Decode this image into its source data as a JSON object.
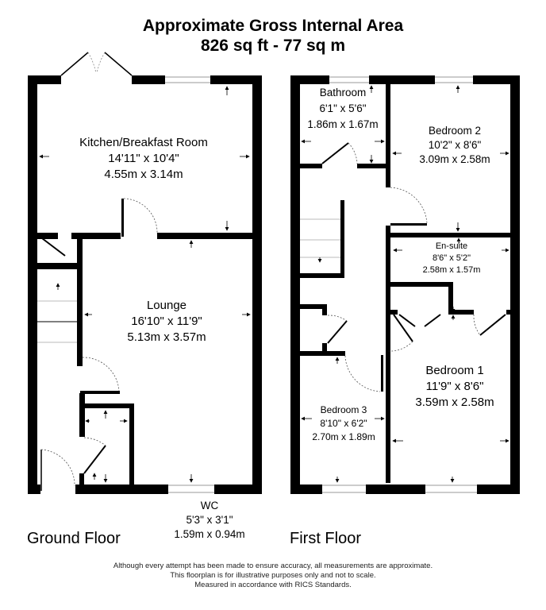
{
  "header": {
    "title": "Approximate Gross Internal Area",
    "area": "826 sq ft - 77 sq m"
  },
  "floors": [
    {
      "name": "Ground Floor",
      "rooms": [
        {
          "name": "Kitchen/Breakfast Room",
          "imperial": "14'11\" x 10'4\"",
          "metric": "4.55m x 3.14m"
        },
        {
          "name": "Lounge",
          "imperial": "16'10\" x 11'9\"",
          "metric": "5.13m x 3.57m"
        },
        {
          "name": "WC",
          "imperial": "5'3\" x 3'1\"",
          "metric": "1.59m x 0.94m"
        }
      ]
    },
    {
      "name": "First Floor",
      "rooms": [
        {
          "name": "Bathroom",
          "imperial": "6'1\" x 5'6\"",
          "metric": "1.86m x 1.67m"
        },
        {
          "name": "Bedroom 2",
          "imperial": "10'2\" x 8'6\"",
          "metric": "3.09m x 2.58m"
        },
        {
          "name": "En-suite",
          "imperial": "8'6\" x 5'2\"",
          "metric": "2.58m x 1.57m"
        },
        {
          "name": "Bedroom 1",
          "imperial": "11'9\" x 8'6\"",
          "metric": "3.59m x 2.58m"
        },
        {
          "name": "Bedroom 3",
          "imperial": "8'10\" x 6'2\"",
          "metric": "2.70m x 1.89m"
        }
      ]
    }
  ],
  "disclaimer": [
    "Although every attempt has been made to ensure accuracy, all measurements are approximate.",
    "This floorplan is for illustrative purposes only and not to scale.",
    "Measured in accordance with RICS Standards."
  ],
  "colors": {
    "wall": "#000000",
    "background": "#ffffff",
    "window": "#9a9a9a"
  }
}
